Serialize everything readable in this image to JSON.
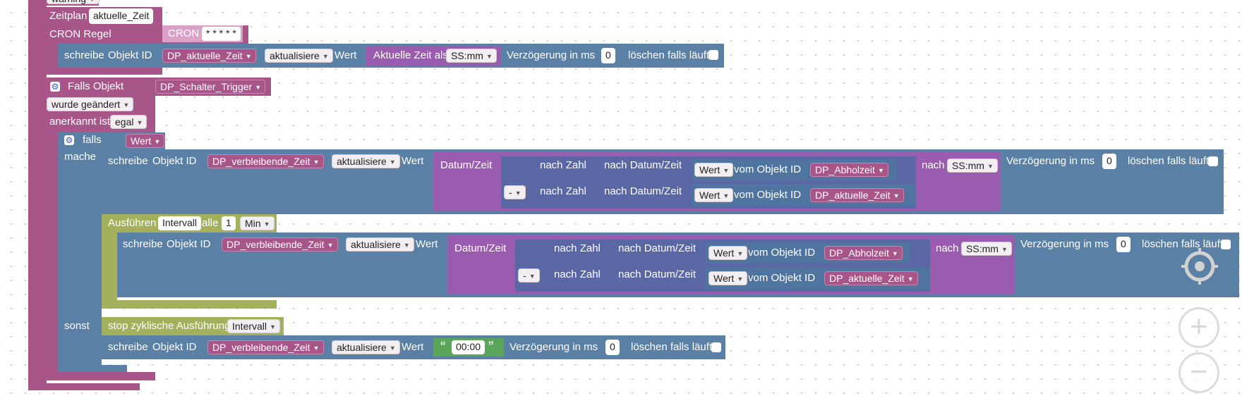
{
  "colors": {
    "event": "#a8558a",
    "write": "#5b80a5",
    "datetime": "#9a5cae",
    "math": "#5b67a5",
    "timer": "#a5b05d",
    "text": "#5ba55b"
  },
  "icons": [
    "gear-icon",
    "dropdown-caret-icon",
    "recenter-icon",
    "zoom-in-icon",
    "zoom-out-icon"
  ],
  "top": {
    "warning": "warning"
  },
  "schedule": {
    "label": "Zeitplan",
    "name": "aktuelle_Zeit",
    "cron_label": "CRON Regel",
    "cron_type": "CRON",
    "cron_value": "* * * * *"
  },
  "write1": {
    "label": "schreibe",
    "objid": "Objekt ID",
    "dp": "DP_aktuelle_Zeit",
    "mode": "aktualisiere",
    "wert": "Wert",
    "expr_label": "Aktuelle Zeit als",
    "format": "SS:mm",
    "delay_label": "Verzögerung in ms",
    "delay": "0",
    "clear_label": "löschen falls läuft"
  },
  "trigger": {
    "label": "Falls Objekt",
    "dp": "DP_Schalter_Trigger",
    "changed": "wurde geändert",
    "ack_label": "anerkannt ist",
    "ack": "egal"
  },
  "if": {
    "label": "falls",
    "cond": "Wert",
    "do": "mache",
    "else": "sonst"
  },
  "write2": {
    "label": "schreibe",
    "objid": "Objekt ID",
    "dp": "DP_verbleibende_Zeit",
    "mode": "aktualisiere",
    "wert": "Wert",
    "datetime": "Datum/Zeit",
    "op": "-",
    "to_number": "nach Zahl",
    "to_datetime": "nach Datum/Zeit",
    "val": "Wert",
    "from_obj": "vom Objekt ID",
    "dp_a": "DP_Abholzeit",
    "dp_b": "DP_aktuelle_Zeit",
    "nach": "nach",
    "format": "SS:mm",
    "delay_label": "Verzögerung in ms",
    "delay": "0",
    "clear_label": "löschen falls läuft"
  },
  "interval": {
    "label": "Ausführen",
    "name": "Intervall",
    "every": "alle",
    "n": "1",
    "unit": "Min"
  },
  "write3": {
    "label": "schreibe",
    "objid": "Objekt ID",
    "dp": "DP_verbleibende_Zeit",
    "mode": "aktualisiere",
    "wert": "Wert",
    "datetime": "Datum/Zeit",
    "op": "-",
    "to_number": "nach Zahl",
    "to_datetime": "nach Datum/Zeit",
    "val": "Wert",
    "from_obj": "vom Objekt ID",
    "dp_a": "DP_Abholzeit",
    "dp_b": "DP_aktuelle_Zeit",
    "nach": "nach",
    "format": "SS:mm",
    "delay_label": "Verzögerung in ms",
    "delay": "0",
    "clear_label": "löschen falls läuft"
  },
  "stop": {
    "label": "stop zyklische Ausführung",
    "name": "Intervall"
  },
  "write4": {
    "label": "schreibe",
    "objid": "Objekt ID",
    "dp": "DP_verbleibende_Zeit",
    "mode": "aktualisiere",
    "wert": "Wert",
    "quote_open": "“",
    "text": "00:00",
    "quote_close": "”",
    "delay_label": "Verzögerung in ms",
    "delay": "0",
    "clear_label": "löschen falls läuft"
  },
  "zoom": {
    "plus": "+",
    "minus": "−"
  }
}
